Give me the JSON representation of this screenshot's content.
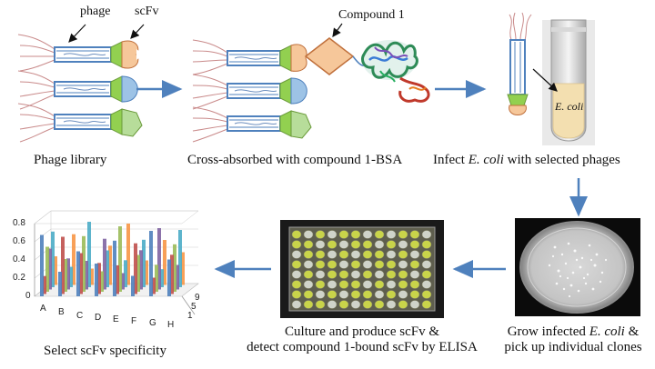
{
  "labels": {
    "phage": "phage",
    "scfv": "scFv",
    "compound": "Compound 1",
    "ecoli_tube": "E. coli"
  },
  "steps": {
    "s1": "Phage library",
    "s2": "Cross-absorbed with compound 1-BSA",
    "s3_pre": "Infect ",
    "s3_ital": "E. coli",
    "s3_post": " with selected phages",
    "s4_l1_pre": "Grow infected ",
    "s4_l1_ital": "E. coli",
    "s4_l1_post": " &",
    "s4_l2": "pick up individual clones",
    "s5_l1": "Culture and produce scFv &",
    "s5_l2": "detect compound 1-bound scFv by ELISA",
    "s6": "Select scFv specificity"
  },
  "chart_axis": {
    "y_ticks": [
      "0.8",
      "0.6",
      "0.4",
      "0.2",
      "0"
    ],
    "x_ticks": [
      "A",
      "B",
      "C",
      "D",
      "E",
      "F",
      "G",
      "H"
    ],
    "z_ticks": [
      "9",
      "5",
      "1"
    ]
  },
  "colors": {
    "arrow": "#4f81bd",
    "phage_body": "#4f81bd",
    "diamond_fill": "#f6c79a",
    "diamond_stroke": "#c0703c",
    "pentagon_fill": "#b7dd9a",
    "leaf_blue": "#9dc3e6"
  }
}
